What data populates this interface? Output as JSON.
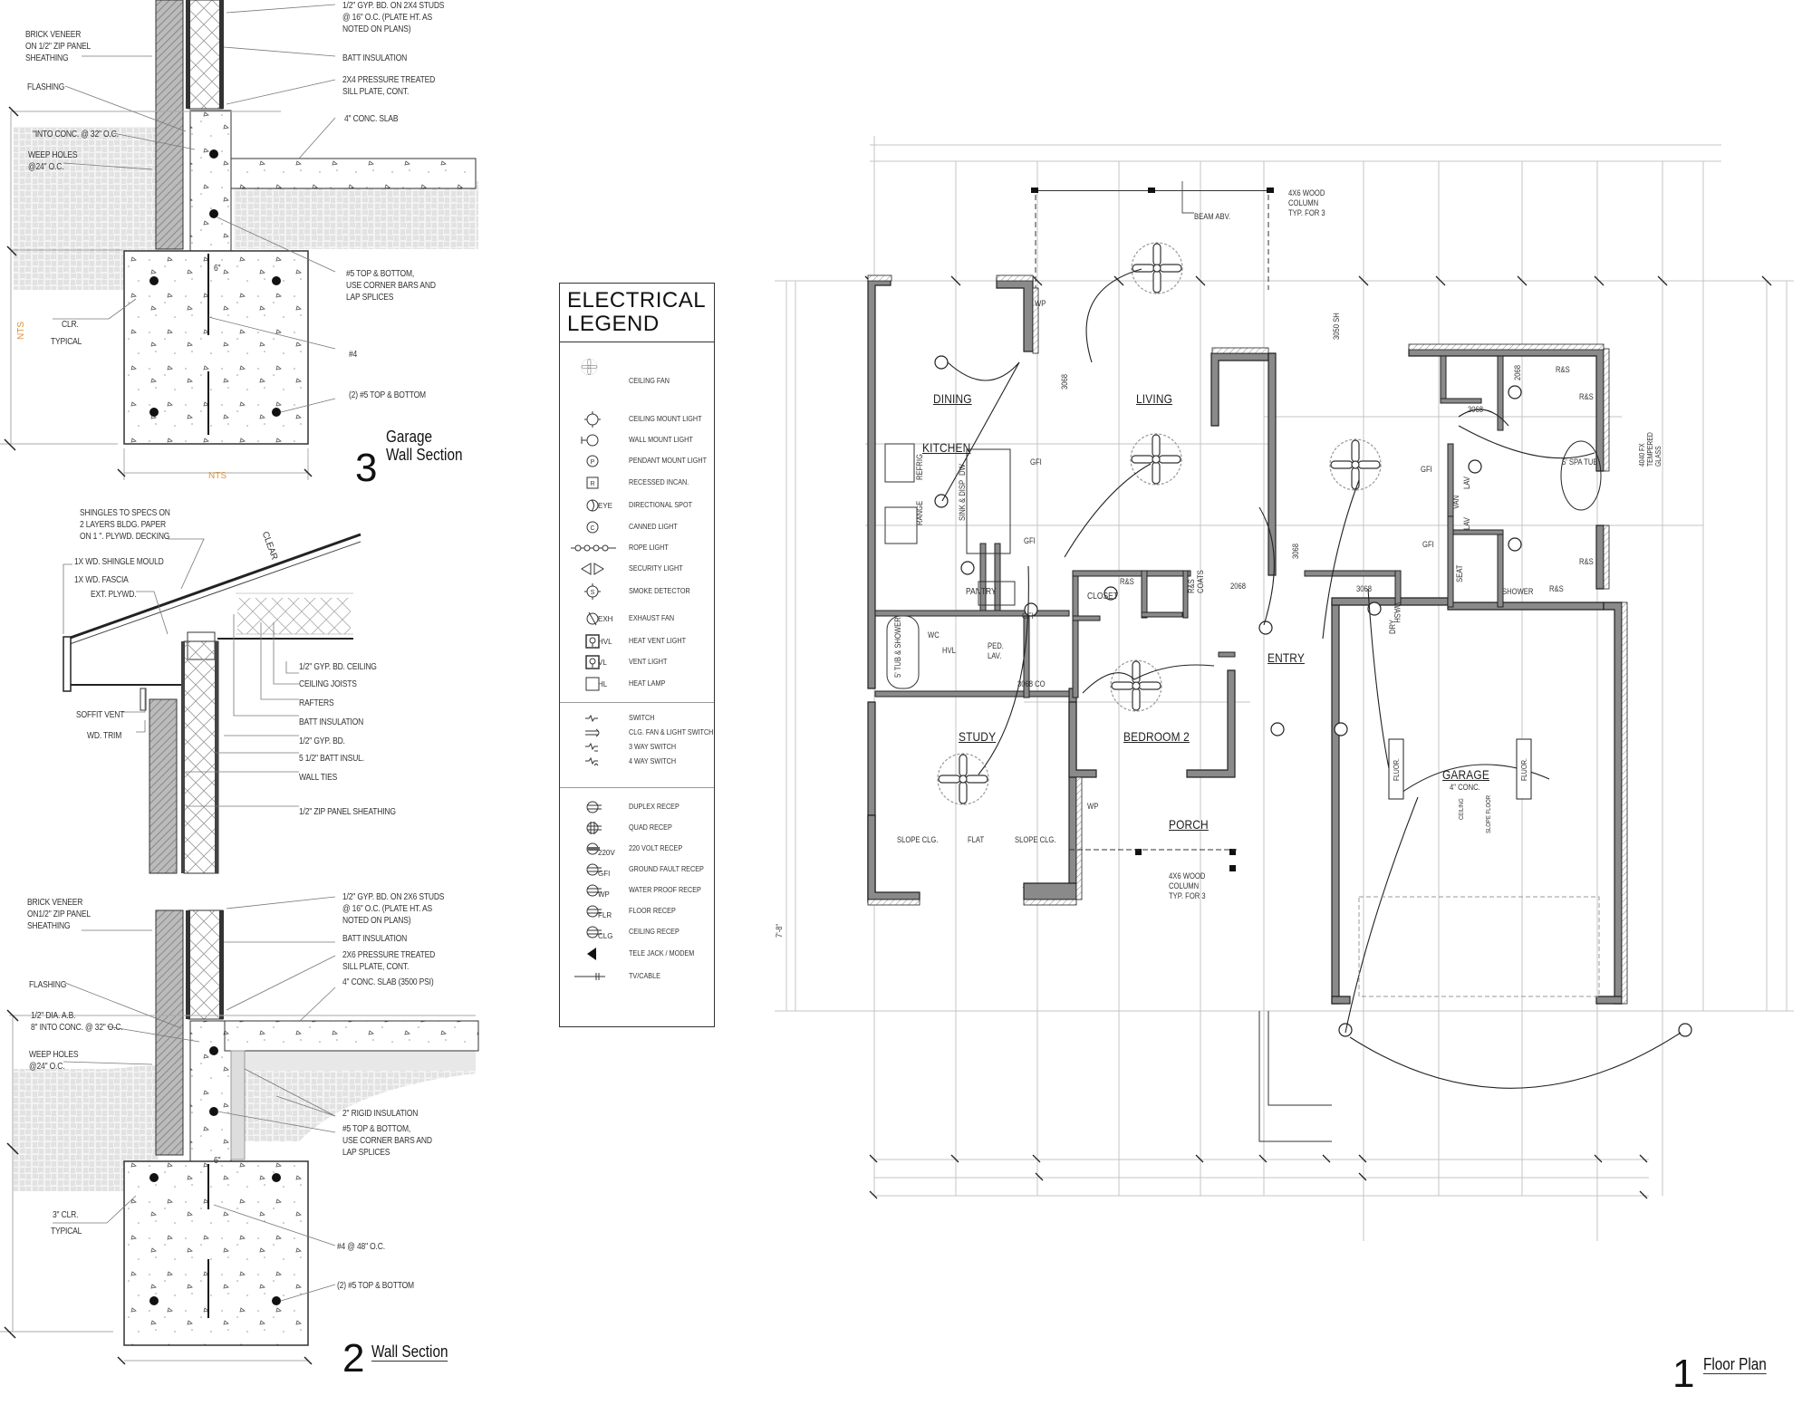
{
  "sheet": {
    "details": [
      {
        "number": "3",
        "title": "Garage\nWall Section",
        "scale_note": "NTS",
        "notes": {
          "gyp": "1/2\" GYP. BD. ON 2x4 STUDS\n@ 16\" O.C. (PLATE HT. AS\nNOTED ON PLANS)",
          "brick": "BRICK VENEER\nON 1/2\"  ZIP PANEL\nSHEATHING",
          "batt": "BATT INSULATION",
          "sill": "2x4 PRESSURE TREATED\nSILL PLATE, CONT.",
          "flashing": "FLASHING",
          "anchor": "\"INTO CONC. @ 32\" O.C.",
          "slab": "4\" CONC. SLAB",
          "weep": "WEEP HOLES\n@24\" O.C.",
          "rebar_top": "#5 TOP & BOTTOM,\nUSE CORNER BARS AND\nLAP SPLICES",
          "clr": "CLR.",
          "typical": "TYPICAL",
          "dim_6": "6\"",
          "bar4": "#4",
          "rebar_bottom": "(2) #5 TOP & BOTTOM"
        }
      },
      {
        "number": "",
        "title": "",
        "notes": {
          "shingles": "SHINGLES TO SPECS ON\n2 LAYERS BLDG. PAPER\nON 1    \". PLYWD. DECKING",
          "mould": "1x WD. SHINGLE MOULD",
          "fascia": "1x WD. FASCIA",
          "plywd": "EXT. PLYWD.",
          "clear": "CLEAR",
          "gyp_ceiling": "1/2\" GYP. BD. CEILING",
          "joists": "CEILING JOISTS",
          "rafters": "RAFTERS",
          "batt": "BATT INSULATION",
          "soffit": "SOFFIT VENT",
          "trim": "WD. TRIM",
          "gyp": "1/2\" GYP. BD.",
          "batt_55": "5 1/2\" BATT INSUL.",
          "ties": "WALL TIES",
          "zip": "1/2\"  ZIP PANEL SHEATHING"
        }
      },
      {
        "number": "2",
        "title": "Wall Section",
        "notes": {
          "gyp": "1/2\" GYP. BD. ON 2x6 STUDS\n@ 16\" O.C. (PLATE HT. AS\nNOTED ON PLANS)",
          "brick": "BRICK VENEER\nON1/2\"  ZIP PANEL\nSHEATHING",
          "batt": "BATT INSULATION",
          "sill": "2x6 PRESSURE TREATED\nSILL PLATE, CONT.",
          "slab": "4\" CONC. SLAB (3500 PSI)",
          "flashing": "FLASHING",
          "anchor": "1/2\"  DIA.  A.B.\n8\" INTO CONC. @ 32\" O.C.",
          "weep": "WEEP HOLES\n@24\" O.C.",
          "rigid": "2\" RIGID INSULATION",
          "rebar_top": "#5 TOP & BOTTOM,\nUSE CORNER BARS AND\nLAP SPLICES",
          "dim_6": "6\"",
          "clr": "3\" CLR.",
          "typical": "TYPICAL",
          "bar4": "#4 @ 48\" O.C.",
          "rebar_bottom": "(2) #5 TOP & BOTTOM"
        }
      }
    ],
    "legend": {
      "title": "ELECTRICAL\nLEGEND",
      "lights": [
        {
          "icon": "ceiling-fan-icon",
          "label": "CEILING FAN"
        },
        {
          "icon": "ceiling-mount-light-icon",
          "label": "CEILING MOUNT LIGHT"
        },
        {
          "icon": "wall-mount-light-icon",
          "label": "WALL  MOUNT LIGHT"
        },
        {
          "icon": "pendant-light-icon",
          "label": "PENDANT  MOUNT LIGHT",
          "glyph": "P"
        },
        {
          "icon": "recessed-light-icon",
          "label": "RECESSED INCAN.",
          "glyph": "R"
        },
        {
          "icon": "directional-spot-icon",
          "label": "DIRECTIONAL SPOT",
          "sub": "EYE"
        },
        {
          "icon": "canned-light-icon",
          "label": "CANNED LIGHT",
          "glyph": "C"
        },
        {
          "icon": "rope-light-icon",
          "label": "ROPE LIGHT"
        },
        {
          "icon": "security-light-icon",
          "label": "SECURITY LIGHT"
        },
        {
          "icon": "smoke-detector-icon",
          "label": "SMOKE DETECTOR",
          "glyph": "S"
        },
        {
          "icon": "exhaust-fan-icon",
          "label": "EXHAUST FAN",
          "sub": "EXH"
        },
        {
          "icon": "heat-vent-light-icon",
          "label": "HEAT VENT LIGHT",
          "sub": "HVL"
        },
        {
          "icon": "vent-light-icon",
          "label": "VENT LIGHT",
          "sub": "VL"
        },
        {
          "icon": "heat-lamp-icon",
          "label": "HEAT LAMP",
          "sub": "HL"
        }
      ],
      "switches": [
        {
          "icon": "switch-icon",
          "label": "SWITCH"
        },
        {
          "icon": "fan-light-switch-icon",
          "label": "CLG. FAN & LIGHT SWITCH"
        },
        {
          "icon": "three-way-switch-icon",
          "label": "3 WAY SWITCH"
        },
        {
          "icon": "four-way-switch-icon",
          "label": "4 WAY SWITCH"
        }
      ],
      "receptacles": [
        {
          "icon": "duplex-recep-icon",
          "label": "DUPLEX RECEP"
        },
        {
          "icon": "quad-recep-icon",
          "label": "QUAD RECEP"
        },
        {
          "icon": "220v-recep-icon",
          "label": "220 VOLT RECEP",
          "sub": "220V"
        },
        {
          "icon": "gfi-recep-icon",
          "label": "GROUND FAULT RECEP",
          "sub": "GFI"
        },
        {
          "icon": "waterproof-recep-icon",
          "label": "WATER PROOF RECEP",
          "sub": "WP"
        },
        {
          "icon": "floor-recep-icon",
          "label": "FLOOR RECEP",
          "sub": "FLR"
        },
        {
          "icon": "ceiling-recep-icon",
          "label": "CEILING RECEP",
          "sub": "CLG"
        },
        {
          "icon": "tele-jack-icon",
          "label": "TELE JACK / MODEM"
        },
        {
          "icon": "tv-cable-icon",
          "label": "TV/CABLE"
        }
      ]
    },
    "floor_plan": {
      "number": "1",
      "title": "Floor Plan",
      "rooms": {
        "dining": "DINING",
        "living": "LIVING",
        "kitchen": "KITCHEN",
        "pantry": "PANTRY",
        "closet": "CLOSET",
        "study": "STUDY",
        "bedroom2": "BEDROOM 2",
        "entry": "ENTRY",
        "porch": "PORCH",
        "garage": "GARAGE",
        "shower": "SHOWER"
      },
      "labels": {
        "beam": "BEAM ABV.",
        "column_top": "4x6 WOOD\nCOLUMN\nTYP. FOR 3",
        "column_porch": "4x6 WOOD\nCOLUMN\nTYP. FOR 3",
        "wp": "WP",
        "gfi": "GFI",
        "refrig": "REFRIG",
        "range": "RANGE",
        "sink": "SINK & DISP",
        "dw": "DW",
        "tub_shower": "5' TUB & SHOWER",
        "wc": "WC",
        "hvl": "HVL",
        "ped_lav": "PED.\nLAV.",
        "rs": "R&S",
        "rs_coats": "R&S\nCOATS",
        "door_3068": "3068",
        "door_2068": "2068",
        "door_3068co": "3068 CO",
        "door_3050": "3050 SH",
        "slope_clg": "SLOPE CLG.",
        "flat": "FLAT",
        "spa_tub": "5' SPA TUB",
        "tempered": "4040 FX\nTEMPERED\nGLASS",
        "lav": "LAV",
        "van": "VAN",
        "seat": "SEAT",
        "wash": "WASH",
        "dry": "DRY",
        "fluor": "FLUOR.",
        "garage_conc": "4\" CONC.",
        "ceiling": "CEILING",
        "slope_floor": "SLOPE FLOOR",
        "dim_78": "7'-8\""
      }
    }
  }
}
